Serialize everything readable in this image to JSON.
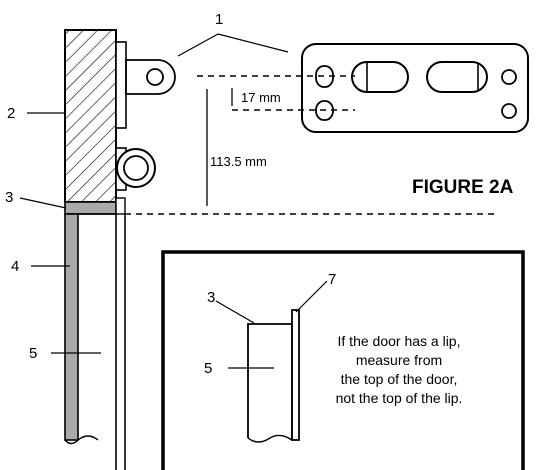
{
  "figure_title": "FIGURE 2A",
  "callouts": {
    "c1": "1",
    "c2": "2",
    "c3": "3",
    "c4": "4",
    "c5": "5",
    "inset_c3": "3",
    "inset_c5": "5",
    "inset_c7": "7"
  },
  "dimensions": {
    "small": "17 mm",
    "large": "113.5 mm"
  },
  "note_lines": [
    "If the door has a lip,",
    "measure from",
    "the top of the door,",
    "not the top of the lip."
  ]
}
